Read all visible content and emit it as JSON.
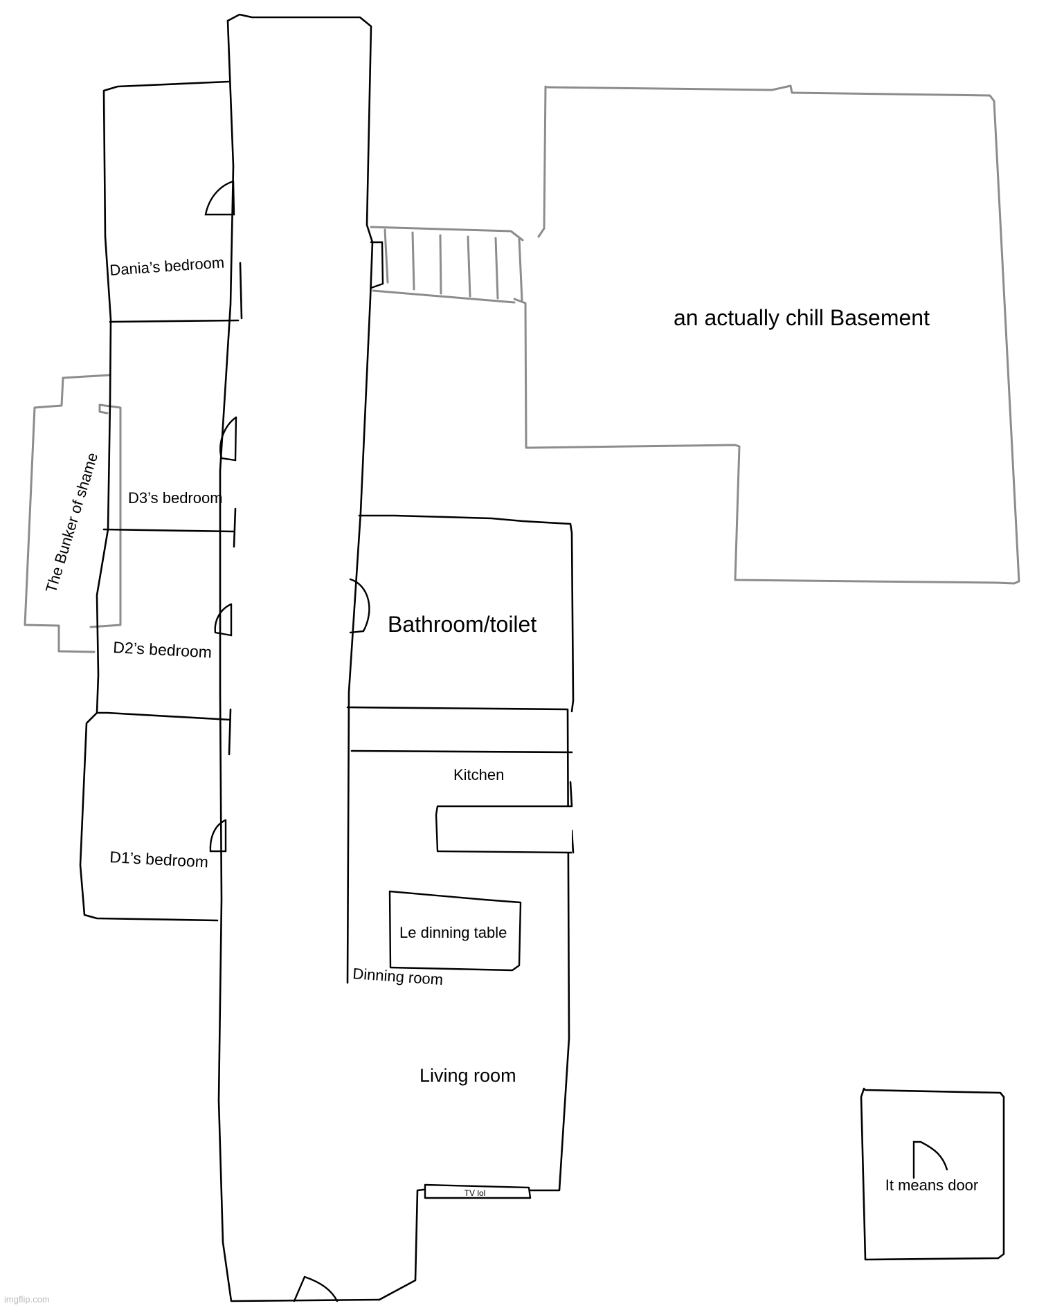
{
  "labels": {
    "dania_bedroom": "Dania’s bedroom",
    "d3_bedroom": "D3’s bedroom",
    "d2_bedroom": "D2’s bedroom",
    "d1_bedroom": "D1’s bedroom",
    "bunker": "The Bunker of shame",
    "basement": "an actually chill Basement",
    "bathroom": "Bathroom/toilet",
    "kitchen": "Kitchen",
    "dining_table": "Le dinning table",
    "dining_room": "Dinning room",
    "living_room": "Living room",
    "tv": "TV lol"
  },
  "legend": {
    "door_meaning": "It means door"
  },
  "watermark": "imgflip.com",
  "colors": {
    "walls": "#000000",
    "basement_walls": "#8c8c8c",
    "background": "#ffffff"
  },
  "icons": [
    "door-icon"
  ]
}
